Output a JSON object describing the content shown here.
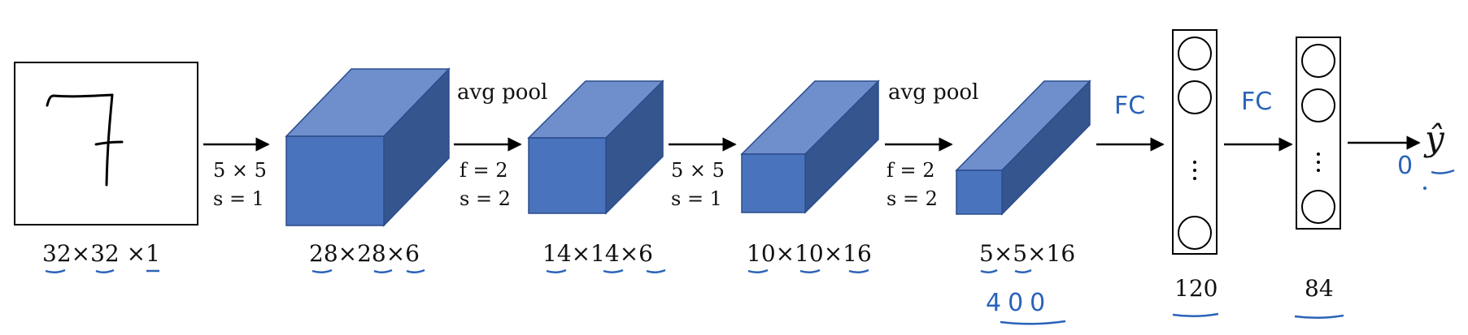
{
  "input": {
    "digit": "7",
    "dims": "32×32 ×1"
  },
  "layers": [
    {
      "op": [
        "5 × 5",
        "s = 1"
      ],
      "dims": "28×28×6"
    },
    {
      "op_title": "avg pool",
      "op": [
        "f = 2",
        "s = 2"
      ],
      "dims": "14×14×6"
    },
    {
      "op": [
        "5 × 5",
        "s = 1"
      ],
      "dims": "10×10×16"
    },
    {
      "op_title": "avg pool",
      "op": [
        "f = 2",
        "s = 2"
      ],
      "dims": "5×5×16",
      "annotation": "400"
    }
  ],
  "fc_layers": [
    {
      "label": "FC",
      "units": "120"
    },
    {
      "label": "FC",
      "units": "84"
    }
  ],
  "output": {
    "symbol": "ŷ",
    "annotation": "0"
  },
  "colors": {
    "cube_front": "#4a73bd",
    "cube_top": "#6e8fcb",
    "cube_side": "#35558f",
    "annotation": "#2a63b8"
  }
}
